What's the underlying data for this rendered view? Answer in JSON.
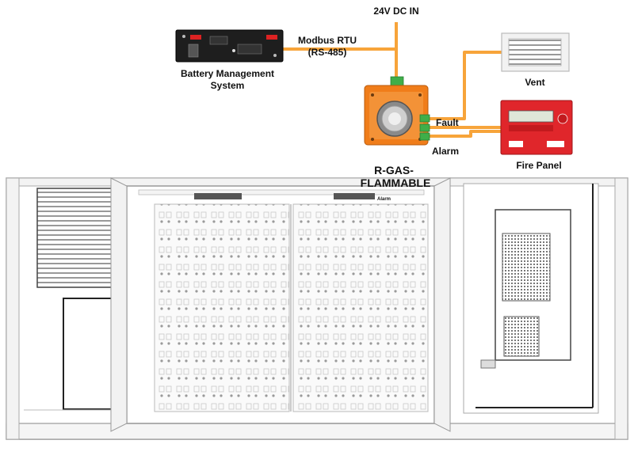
{
  "power_input": {
    "label": "24V DC IN"
  },
  "bms": {
    "label_line1": "Battery Management",
    "label_line2": "System"
  },
  "modbus": {
    "label_line1": "Modbus RTU",
    "label_line2": "(RS-485)"
  },
  "vent": {
    "label": "Vent"
  },
  "fire_panel": {
    "label": "Fire Panel"
  },
  "relay_labels": {
    "fault": "Fault",
    "alarm": "Alarm"
  },
  "sensor": {
    "gas_type_line1": "R-GAS-",
    "gas_type_line2": "FLAMMABLE"
  },
  "container": {
    "small_tag": "Alarm"
  },
  "colors": {
    "wire": "#f7a43a",
    "sensor_body": "#f07d1a",
    "terminal": "#3fae49",
    "fire_panel": "#e0262b",
    "bms_body": "#1e1e1e"
  }
}
